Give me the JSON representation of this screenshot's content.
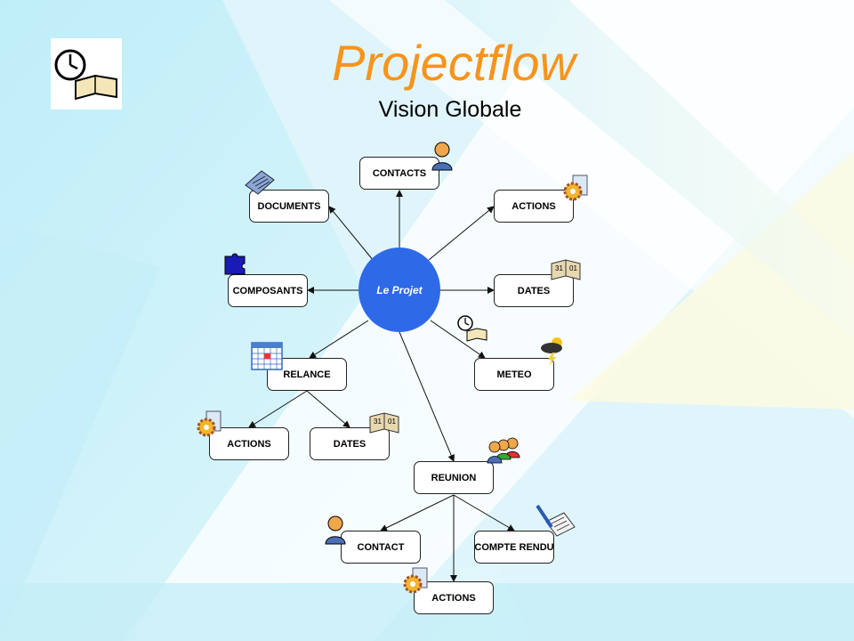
{
  "header": {
    "title": "Projectflow",
    "subtitle": "Vision Globale"
  },
  "colors": {
    "title": "#f7941d",
    "center_fill": "#2e69e8",
    "node_border": "#222222",
    "edge": "#111111"
  },
  "center": {
    "label": "Le Projet"
  },
  "nodes": {
    "contacts": "CONTACTS",
    "documents": "DOCUMENTS",
    "actions": "ACTIONS",
    "composants": "COMPOSANTS",
    "dates": "DATES",
    "relance": "RELANCE",
    "meteo": "METEO",
    "relance_actions": "ACTIONS",
    "relance_dates": "DATES",
    "reunion": "REUNION",
    "contact": "CONTACT",
    "compte_rendu": "COMPTE RENDU",
    "reunion_actions": "ACTIONS"
  },
  "icons": {
    "logo": "clock-book-icon",
    "contacts": "person-icon",
    "documents": "document-icon",
    "actions": "gear-document-icon",
    "composants": "puzzle-icon",
    "dates": "calendar-book-icon",
    "relance": "calendar-grid-icon",
    "meteo": "weather-icon",
    "reunion": "group-icon",
    "contact": "person-icon",
    "compte_rendu": "pen-document-icon"
  }
}
